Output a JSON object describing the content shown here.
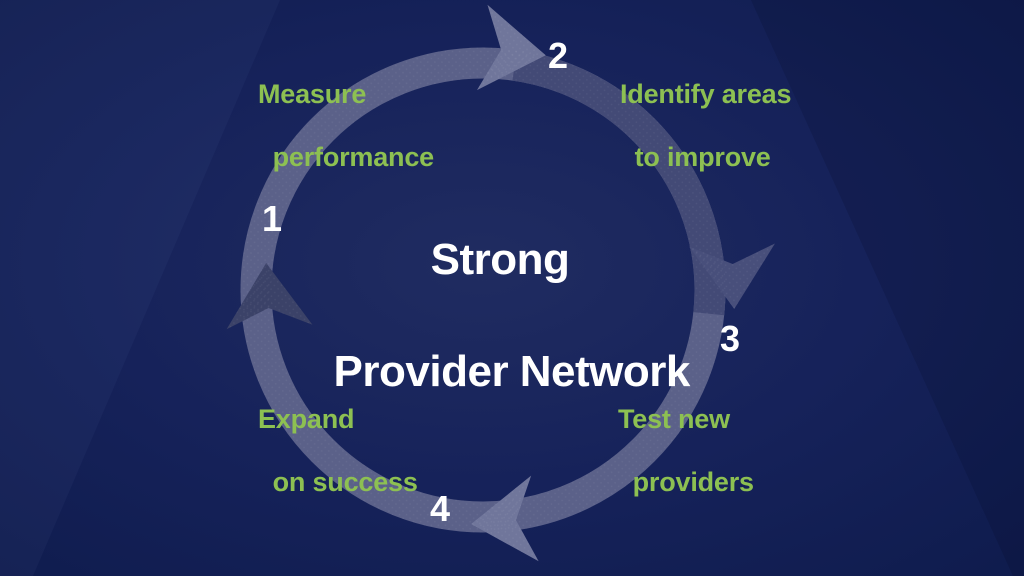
{
  "colors": {
    "background_center": "#202C61",
    "background_mid": "#16225A",
    "background_edge": "#0E1B4C",
    "ring": "#5B6189",
    "ring_dark_segment": "#434A76",
    "arrow_light": "#70769B",
    "arrow_dark": "#3B4268",
    "arrow_medium": "#484F7B",
    "step_label_green": "#8DC052",
    "text_white": "#FFFFFF"
  },
  "diagram": {
    "direction": "clockwise",
    "title": {
      "line1": "Strong",
      "line2": "Provider Network"
    },
    "steps": [
      {
        "number": "1",
        "label_line1": "Measure",
        "label_line2": "performance",
        "arrow": "arrow-up-icon"
      },
      {
        "number": "2",
        "label_line1": "Identify areas",
        "label_line2": "to improve",
        "arrow": "arrow-right-icon"
      },
      {
        "number": "3",
        "label_line1": "Test new",
        "label_line2": "providers",
        "arrow": "arrow-down-icon"
      },
      {
        "number": "4",
        "label_line1": "Expand",
        "label_line2": "on success",
        "arrow": "arrow-left-icon"
      }
    ]
  }
}
